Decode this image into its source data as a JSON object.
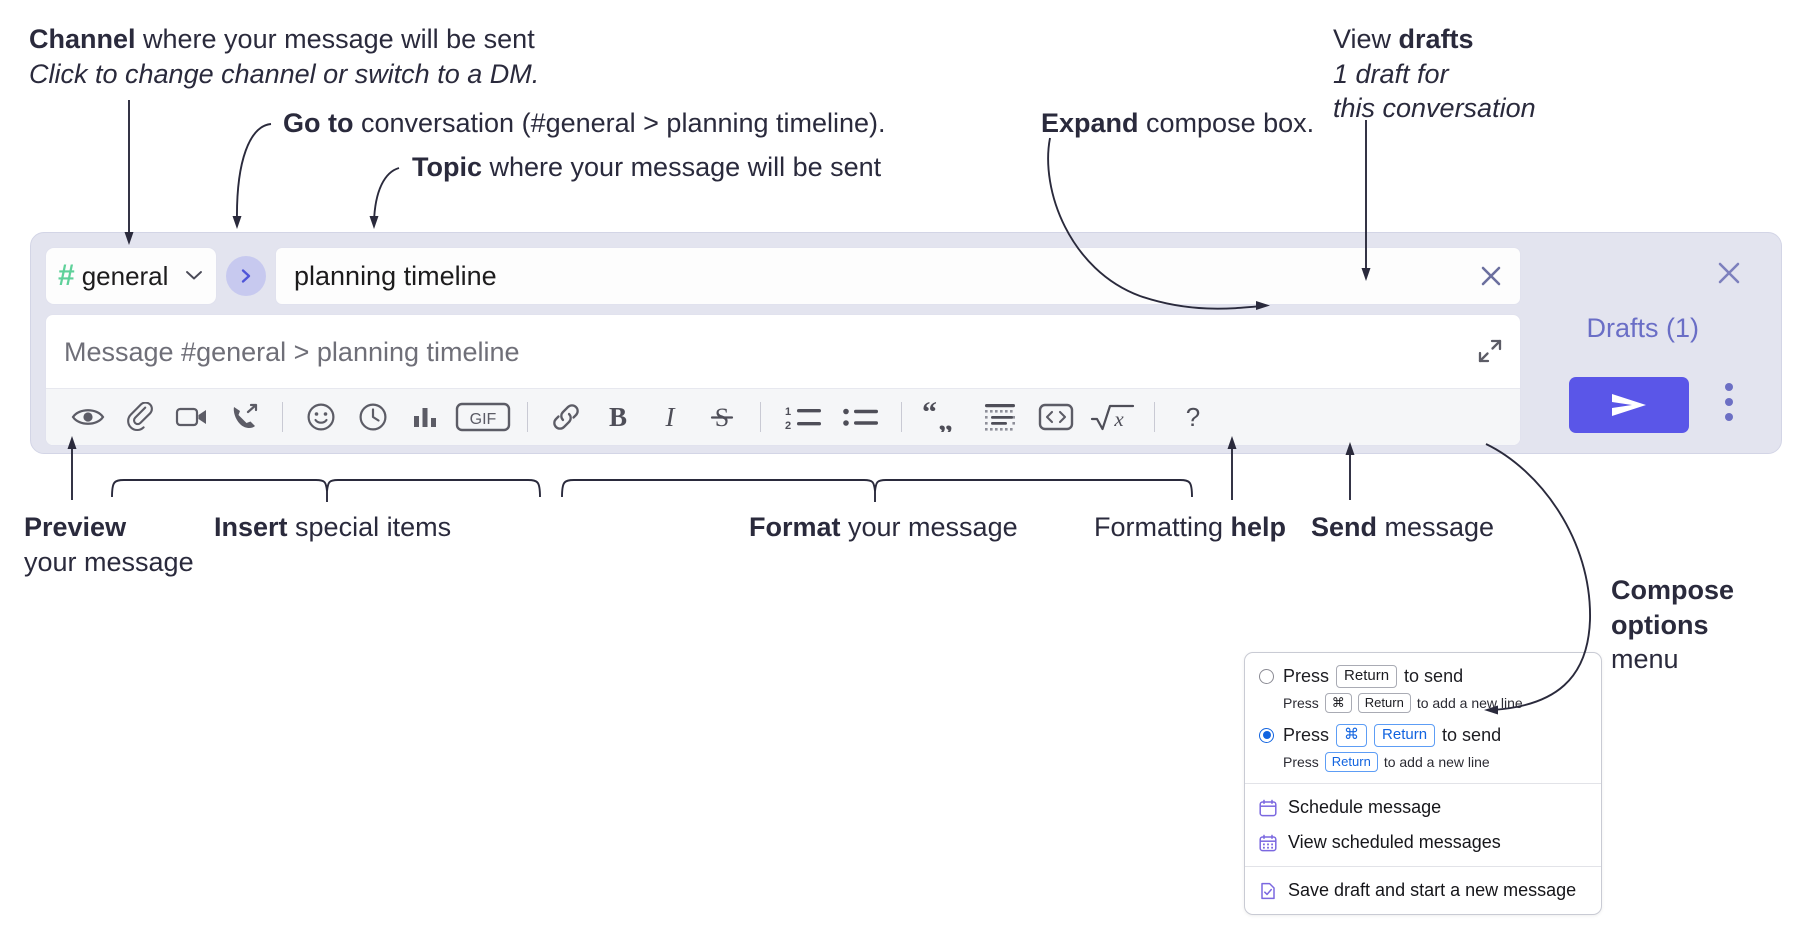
{
  "annotations": {
    "channel": {
      "bold": "Channel",
      "rest": " where your message will be sent",
      "italic": "Click to change channel or switch to a DM."
    },
    "goto": {
      "bold": "Go to",
      "rest": " conversation (#general > planning timeline)."
    },
    "topic": {
      "bold": "Topic",
      "rest": " where your message will be sent"
    },
    "expand": {
      "bold": "Expand",
      "rest": " compose box."
    },
    "drafts": {
      "lead": "View ",
      "bold": "drafts",
      "italic1": "1 draft for",
      "italic2": "this conversation"
    },
    "preview": {
      "bold": "Preview",
      "rest": "your message"
    },
    "insert": {
      "bold": "Insert",
      "rest": " special items"
    },
    "format": {
      "bold": "Format",
      "rest": " your message"
    },
    "help": {
      "lead": "Formatting ",
      "bold": "help"
    },
    "send": {
      "bold": "Send",
      "rest": " message"
    },
    "compose_options": {
      "bold1": "Compose",
      "bold2": "options",
      "rest": "menu"
    }
  },
  "compose": {
    "channel_name": "general",
    "hash_symbol": "#",
    "caret_symbol": "⌄",
    "topic_value": "planning timeline",
    "message_placeholder": "Message #general > planning timeline",
    "drafts_label": "Drafts (1)",
    "accent_purple": "#5a56e8",
    "channel_hash_green": "#5fd19a",
    "surface_lavender": "#e3e4ef",
    "toolbar": [
      {
        "name": "preview-icon",
        "group": "left"
      },
      {
        "name": "attachment-icon",
        "group": "insert"
      },
      {
        "name": "video-clip-icon",
        "group": "insert"
      },
      {
        "name": "audio-clip-icon",
        "group": "insert"
      },
      {
        "name": "emoji-icon",
        "group": "insert"
      },
      {
        "name": "reminder-clock-icon",
        "group": "insert"
      },
      {
        "name": "poll-chart-icon",
        "group": "insert"
      },
      {
        "name": "gif-icon",
        "group": "insert",
        "label": "GIF"
      },
      {
        "name": "link-icon",
        "group": "format"
      },
      {
        "name": "bold-icon",
        "group": "format",
        "label": "B"
      },
      {
        "name": "italic-icon",
        "group": "format",
        "label": "I"
      },
      {
        "name": "strikethrough-icon",
        "group": "format",
        "label": "S"
      },
      {
        "name": "ordered-list-icon",
        "group": "format"
      },
      {
        "name": "bulleted-list-icon",
        "group": "format"
      },
      {
        "name": "blockquote-icon",
        "group": "format"
      },
      {
        "name": "code-block-icon",
        "group": "format"
      },
      {
        "name": "inline-code-icon",
        "group": "format"
      },
      {
        "name": "math-icon",
        "group": "format"
      },
      {
        "name": "formatting-help-icon",
        "group": "help",
        "label": "?"
      }
    ]
  },
  "menu": {
    "options": [
      {
        "selected": false,
        "main_pre": "Press",
        "main_key": "Return",
        "main_post": "to send",
        "sub_pre": "Press",
        "sub_key1": "⌘",
        "sub_key2": "Return",
        "sub_post": "to add a new line"
      },
      {
        "selected": true,
        "main_pre": "Press",
        "main_key1": "⌘",
        "main_key2": "Return",
        "main_post": "to send",
        "sub_pre": "Press",
        "sub_key": "Return",
        "sub_post": "to add a new line"
      }
    ],
    "items": [
      {
        "icon": "calendar-schedule-icon",
        "label": "Schedule message"
      },
      {
        "icon": "calendar-grid-icon",
        "label": "View scheduled messages"
      },
      {
        "icon": "save-draft-icon",
        "label": "Save draft and start a new message"
      }
    ]
  }
}
